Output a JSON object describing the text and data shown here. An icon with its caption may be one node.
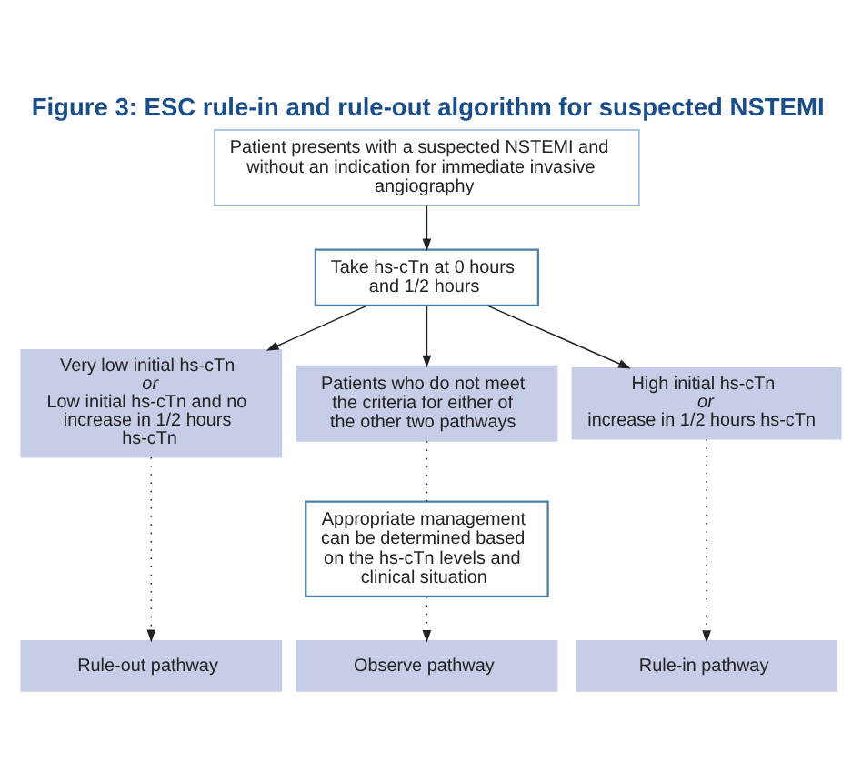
{
  "diagram": {
    "title": "Figure 3: ESC rule-in and rule-out algorithm for suspected NSTEMI",
    "nodes": [
      {
        "text": [
          "Patient presents with a suspected NSTEMI and without an indication for immediate invasive angiography"
        ]
      },
      {
        "text": [
          "Take hs-cTn at 0 hours and 1/2 hours"
        ]
      },
      {
        "text": [
          "Very low initial hs-cTn",
          "or",
          "Low initial hs-cTn and no increase in 1/2 hours hs-cTn"
        ]
      },
      {
        "text": [
          "Patients who do not meet the criteria for either of the other two pathways"
        ]
      },
      {
        "text": [
          "High initial hs-cTn",
          "or",
          "increase in 1/2 hours hs-cTn"
        ]
      },
      {
        "text": [
          "Appropriate management can be determined based on the hs-cTn levels and clinical situation"
        ]
      },
      {
        "text": [
          "Rule-out pathway"
        ]
      },
      {
        "text": [
          "Observe pathway"
        ]
      },
      {
        "text": [
          "Rule-in pathway"
        ]
      }
    ],
    "edges": [
      {
        "from": 0,
        "to": 1,
        "arrow": "to"
      },
      {
        "from": 1,
        "to": 2,
        "arrow": "to"
      },
      {
        "from": 1,
        "to": 3,
        "arrow": "to"
      },
      {
        "from": 1,
        "to": 4,
        "arrow": "to"
      },
      {
        "from": 2,
        "to": 6,
        "arrow": "to",
        "style": "dashed"
      },
      {
        "from": 3,
        "to": 5,
        "arrow": "none",
        "style": "dashed"
      },
      {
        "from": 5,
        "to": 7,
        "arrow": "to",
        "style": "dashed"
      },
      {
        "from": 4,
        "to": 8,
        "arrow": "to",
        "style": "dashed"
      }
    ]
  }
}
